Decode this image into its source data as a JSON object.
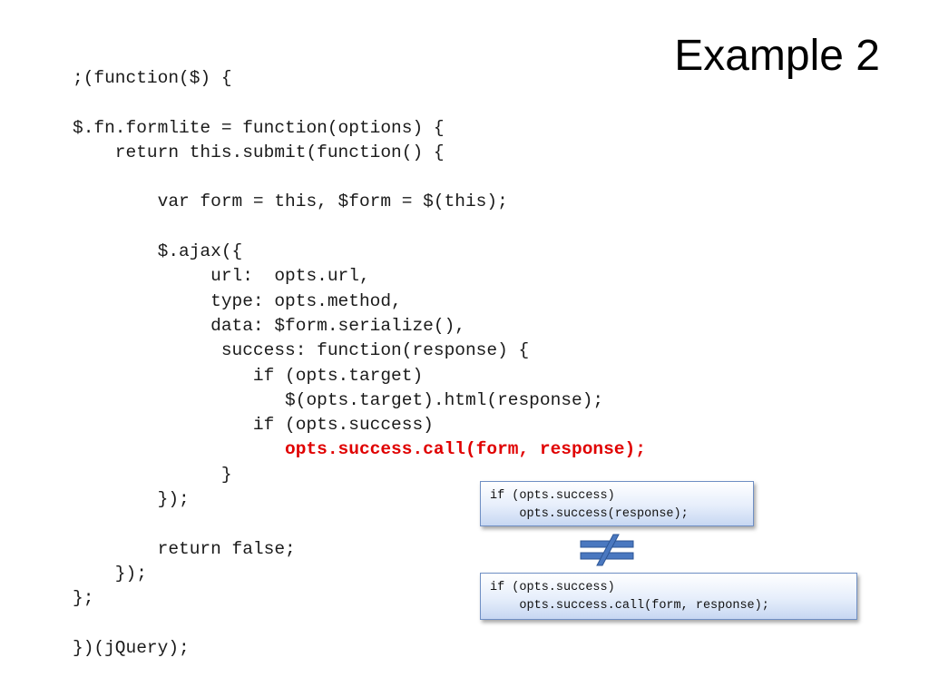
{
  "slide": {
    "title": "Example 2"
  },
  "code": {
    "lines": [
      ";(function($) {",
      "",
      "$.fn.formlite = function(options) {",
      "    return this.submit(function() {",
      "",
      "        var form = this, $form = $(this);",
      "",
      "        $.ajax({",
      "             url:  opts.url,",
      "             type: opts.method,",
      "             data: $form.serialize(),",
      "              success: function(response) {",
      "                 if (opts.target)",
      "                    $(opts.target).html(response);",
      "                 if (opts.success)",
      "                    opts.success.call(form, response);",
      "              }",
      "        });",
      "",
      "        return false;",
      "    });",
      "};",
      "",
      "})(jQuery);"
    ],
    "highlight_color": "#e00000"
  },
  "callouts": {
    "before": {
      "line1": "if (opts.success)",
      "line2": "    opts.success(response);"
    },
    "after": {
      "line1": "if (opts.success)",
      "line2": "    opts.success.call(form, response);"
    }
  },
  "not_equal_icon": "not-equal-icon",
  "colors": {
    "callout_border": "#6f8fc4",
    "callout_fill": "#c7d7f2",
    "not_equal_fill": "#4a78c0"
  }
}
